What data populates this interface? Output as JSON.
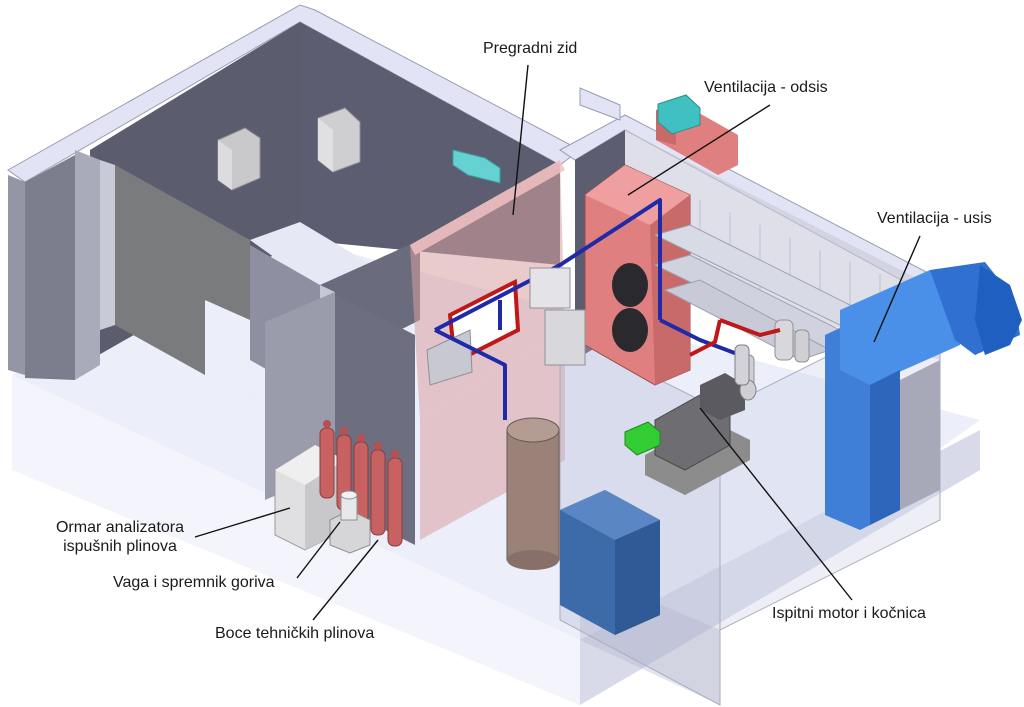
{
  "labels": {
    "partition_wall": "Pregradni zid",
    "ventilation_exhaust": "Ventilacija - odsis",
    "ventilation_intake": "Ventilacija - usis",
    "analyzer_cabinet_line1": "Ormar analizatora",
    "analyzer_cabinet_line2": "ispušnih plinova",
    "scale_fuel_tank": "Vaga i spremnik goriva",
    "gas_cylinders": "Boce tehničkih plinova",
    "test_engine_brake": "Ispitni motor i kočnica"
  },
  "colors": {
    "wall_top": "#e2e4f6",
    "wall_dark": "#5b5c6e",
    "wall_side": "#8a8b99",
    "floor": "#f0f1fb",
    "partition": "#d9a0a0",
    "exhaust_duct": "#e07f7f",
    "intake_duct": "#3f7fd8",
    "pipe_blue": "#1f2aa8",
    "pipe_red": "#c01818",
    "cylinder": "#c86262",
    "tank": "#9a8278",
    "blue_cabinet": "#3d6aa8",
    "green_box": "#33cc33",
    "cyan_unit": "#66d1d1"
  }
}
